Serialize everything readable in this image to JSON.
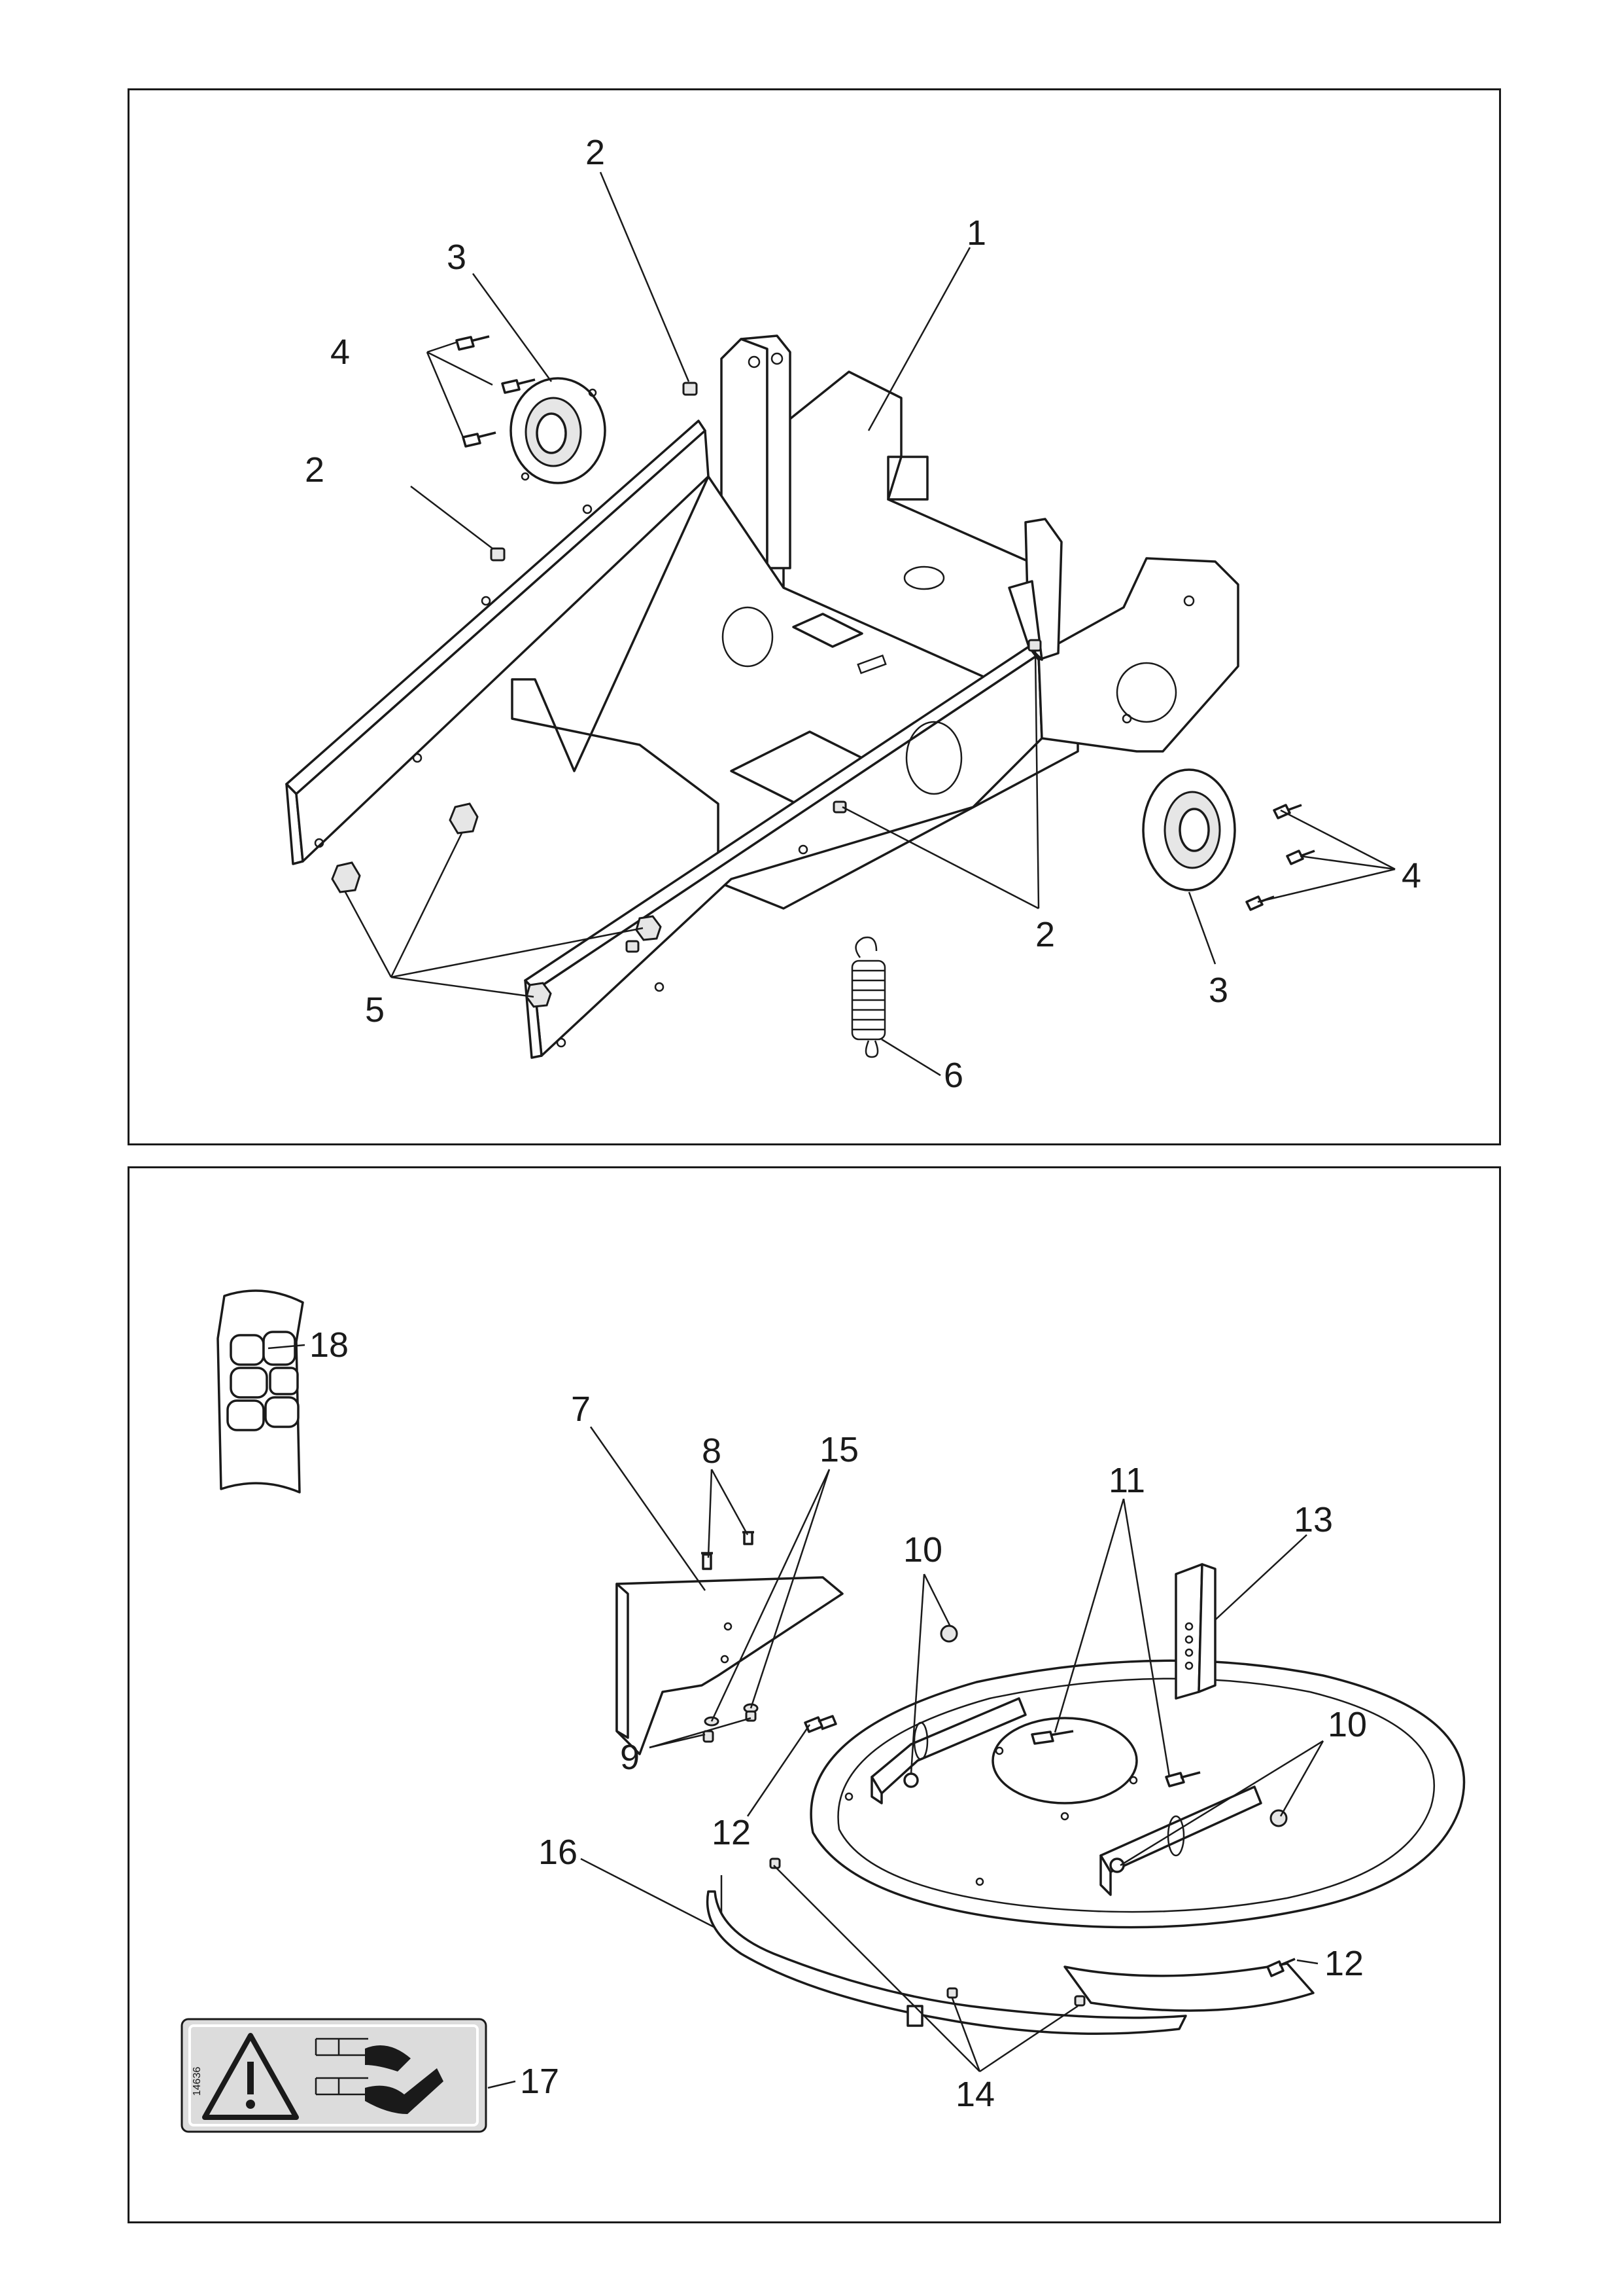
{
  "top_panel": {
    "callouts": {
      "c1": "1",
      "c2a": "2",
      "c2b": "2",
      "c2c": "2",
      "c3a": "3",
      "c3b": "3",
      "c4a": "4",
      "c4b": "4",
      "c5": "5",
      "c6": "6"
    }
  },
  "bottom_panel": {
    "callouts": {
      "c7": "7",
      "c8": "8",
      "c9": "9",
      "c10a": "10",
      "c10b": "10",
      "c11": "11",
      "c12a": "12",
      "c12b": "12",
      "c13": "13",
      "c14": "14",
      "c15": "15",
      "c16": "16",
      "c17": "17",
      "c18": "18"
    },
    "label_code": "14636"
  }
}
